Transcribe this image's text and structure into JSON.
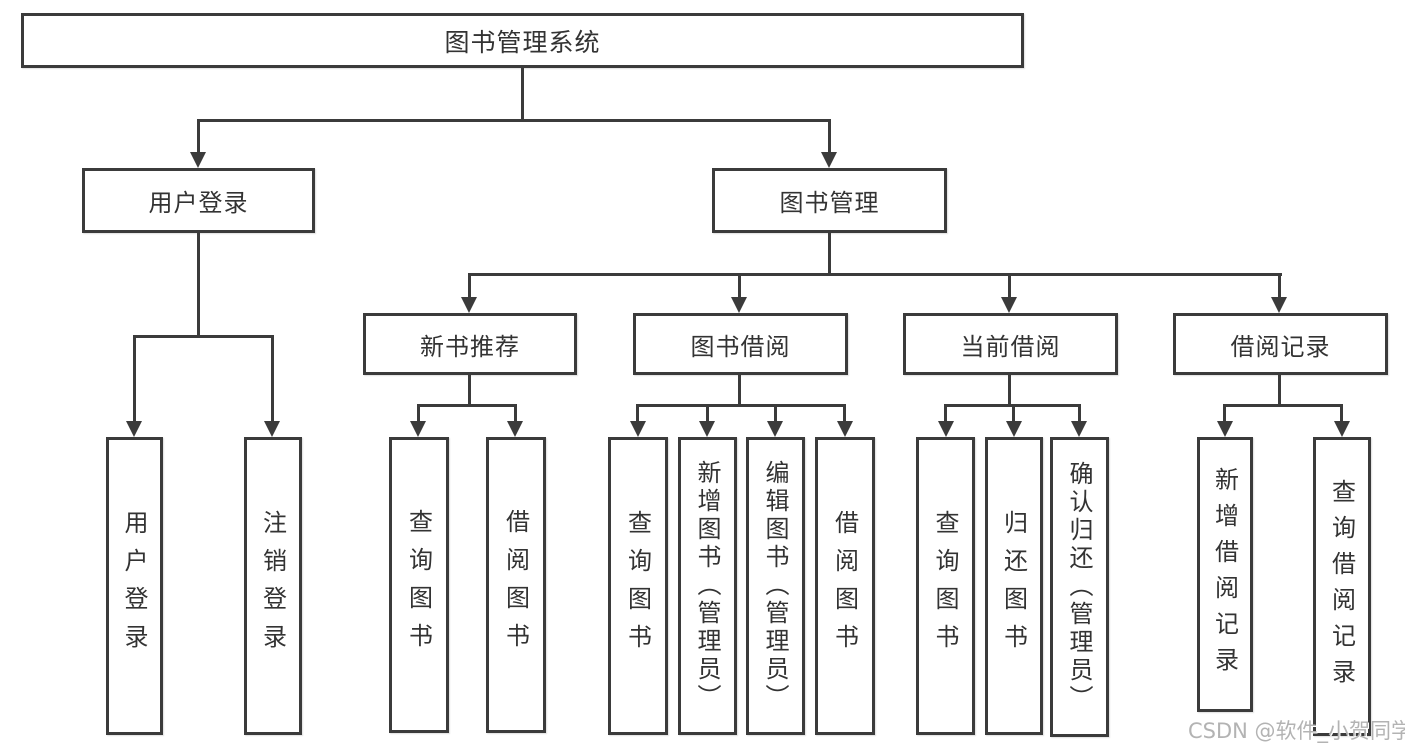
{
  "diagram": {
    "root": "图书管理系统",
    "level1": [
      {
        "label": "用户登录"
      },
      {
        "label": "图书管理"
      }
    ],
    "level2": [
      {
        "label": "新书推荐"
      },
      {
        "label": "图书借阅"
      },
      {
        "label": "当前借阅"
      },
      {
        "label": "借阅记录"
      }
    ],
    "leaves": {
      "user_login": [
        "用户登录",
        "注销登录"
      ],
      "new_books": [
        "查询图书",
        "借阅图书"
      ],
      "borrow": [
        "查询图书",
        "新增图书（管理员）",
        "编辑图书（管理员）",
        "借阅图书"
      ],
      "current": [
        "查询图书",
        "归还图书",
        "确认归还（管理员）"
      ],
      "records": [
        "新增借阅记录",
        "查询借阅记录"
      ]
    }
  },
  "watermark": "CSDN @软件_小贺同学",
  "colors": {
    "line": "#3b3b3b",
    "text": "#333333",
    "watermark": "#b3b3b3",
    "background": "#ffffff"
  }
}
